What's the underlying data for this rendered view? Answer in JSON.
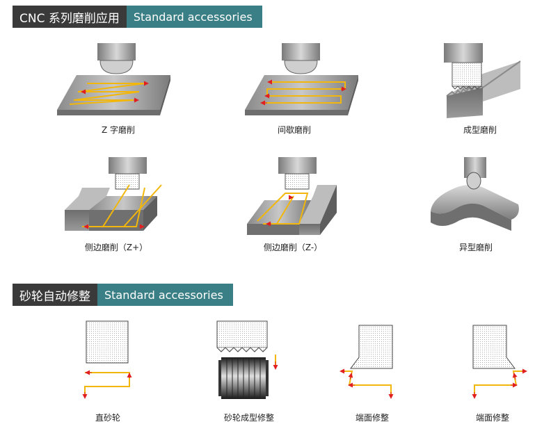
{
  "section1": {
    "title_cn": "CNC 系列磨削应用",
    "title_en": "Standard accessories",
    "captions": [
      "Z 字磨削",
      "间歇磨削",
      "成型磨削",
      "侧边磨削（Z+）",
      "侧边磨削（Z-）",
      "异型磨削"
    ]
  },
  "section2": {
    "title_cn": "砂轮自动修整",
    "title_en": "Standard accessories",
    "captions": [
      "直砂轮",
      "砂轮成型修整",
      "端面修整",
      "端面修整"
    ]
  },
  "colors": {
    "header_dark": "#3a3a3a",
    "header_teal": "#3b7f86",
    "path": "#f2b70a",
    "arrow": "#e02020"
  }
}
